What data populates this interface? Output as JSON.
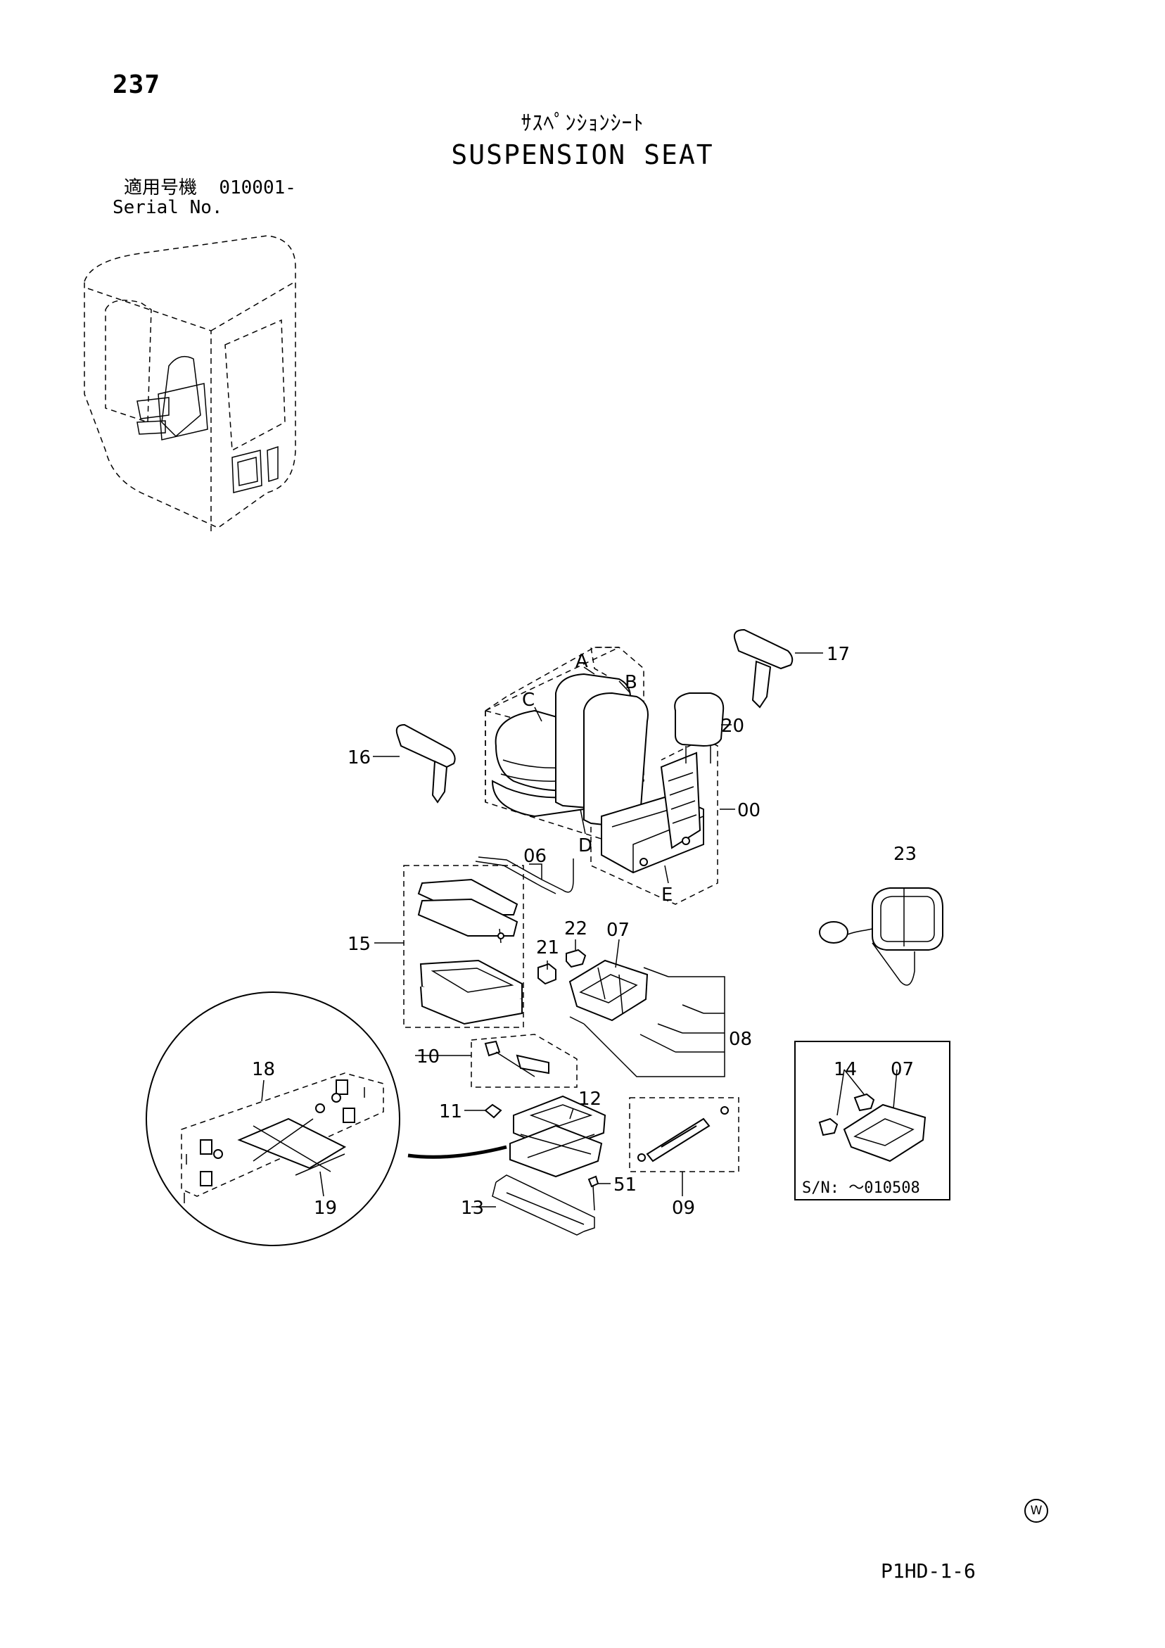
{
  "page_number": "237",
  "title_jp": "ｻｽﾍﾟﾝｼｮﾝｼｰﾄ",
  "title_en": "SUSPENSION SEAT",
  "serial_label_jp": "適用号機",
  "serial_value": "010001-",
  "serial_label_en": "Serial No.",
  "letters": {
    "A": "A",
    "B": "B",
    "C": "C",
    "D": "D",
    "E": "E"
  },
  "callouts": {
    "p00": "00",
    "p06": "06",
    "p07": "07",
    "p07b": "07",
    "p08": "08",
    "p09": "09",
    "p10": "10",
    "p11": "11",
    "p12": "12",
    "p13": "13",
    "p14": "14",
    "p15": "15",
    "p16": "16",
    "p17": "17",
    "p18": "18",
    "p19": "19",
    "p20": "20",
    "p21": "21",
    "p22": "22",
    "p23": "23",
    "p51": "51"
  },
  "inset_sn": "S/N: ～010508",
  "footer_mark": "W",
  "footer_code": "P1HD-1-6"
}
